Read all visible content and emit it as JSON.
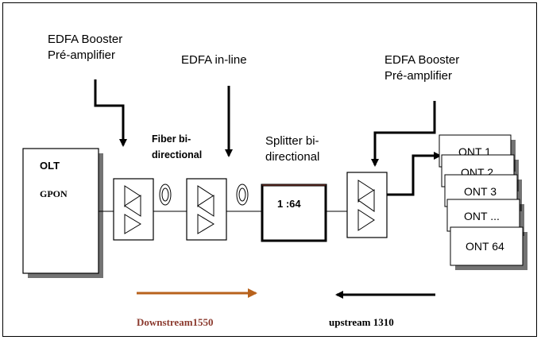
{
  "labels": {
    "edfa_left": "EDFA  Booster\nPré-amplifier",
    "edfa_inline": "EDFA  in-line",
    "edfa_right": "EDFA  Booster\nPré-amplifier",
    "fiber": "Fiber bi-\ndirectional",
    "splitter": "Splitter  bi-\ndirectional"
  },
  "olt": {
    "title": "OLT",
    "subtitle": "GPON"
  },
  "splitter_ratio": "1 :64",
  "onts": [
    "ONT 1",
    "ONT 2",
    "ONT 3",
    "ONT ...",
    "ONT 64"
  ],
  "downstream": "Downstream1550",
  "upstream": "upstream 1310",
  "colors": {
    "downstream": "#b8621c",
    "downstream_text": "#8b3a2e",
    "line": "#000000"
  }
}
